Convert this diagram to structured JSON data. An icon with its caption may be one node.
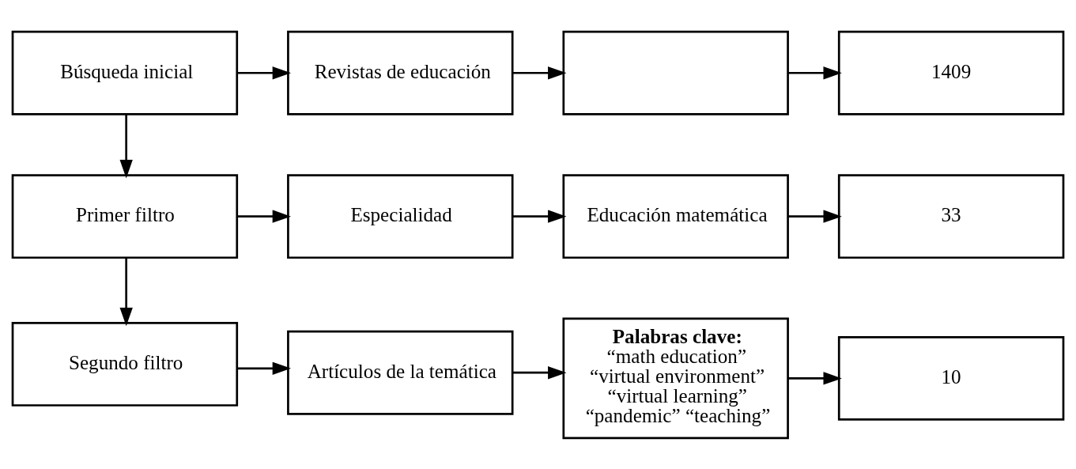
{
  "diagram": {
    "nodes": [
      {
        "text": [
          "Búsqueda inicial"
        ]
      },
      {
        "text": [
          "Revistas de educación"
        ]
      },
      {
        "text": [],
        "shape": "box"
      },
      {
        "text": [
          "1409"
        ]
      },
      {
        "text": [
          "Primer filtro"
        ]
      },
      {
        "text": [
          "Especialidad"
        ]
      },
      {
        "text": [
          "Educación matemática"
        ]
      },
      {
        "text": [
          "33"
        ]
      },
      {
        "text": [
          "Segundo filtro"
        ]
      },
      {
        "text": [
          "Artículos de la temática"
        ]
      },
      {
        "text": [
          "**Palabras clave:** “math education” “virtual environment” “virtual learning” “pandemic” “teaching”"
        ]
      },
      {
        "text": [
          "10"
        ]
      }
    ],
    "edges": [
      {
        "from": 0,
        "to": 1,
        "arrow": "to"
      },
      {
        "from": 1,
        "to": 2,
        "arrow": "to"
      },
      {
        "from": 2,
        "to": 3,
        "arrow": "to"
      },
      {
        "from": 0,
        "to": 4,
        "arrow": "to"
      },
      {
        "from": 4,
        "to": 5,
        "arrow": "to"
      },
      {
        "from": 5,
        "to": 6,
        "arrow": "to"
      },
      {
        "from": 6,
        "to": 7,
        "arrow": "to"
      },
      {
        "from": 4,
        "to": 8,
        "arrow": "to"
      },
      {
        "from": 8,
        "to": 9,
        "arrow": "to"
      },
      {
        "from": 9,
        "to": 10,
        "arrow": "to"
      },
      {
        "from": 10,
        "to": 11,
        "arrow": "to"
      }
    ]
  }
}
